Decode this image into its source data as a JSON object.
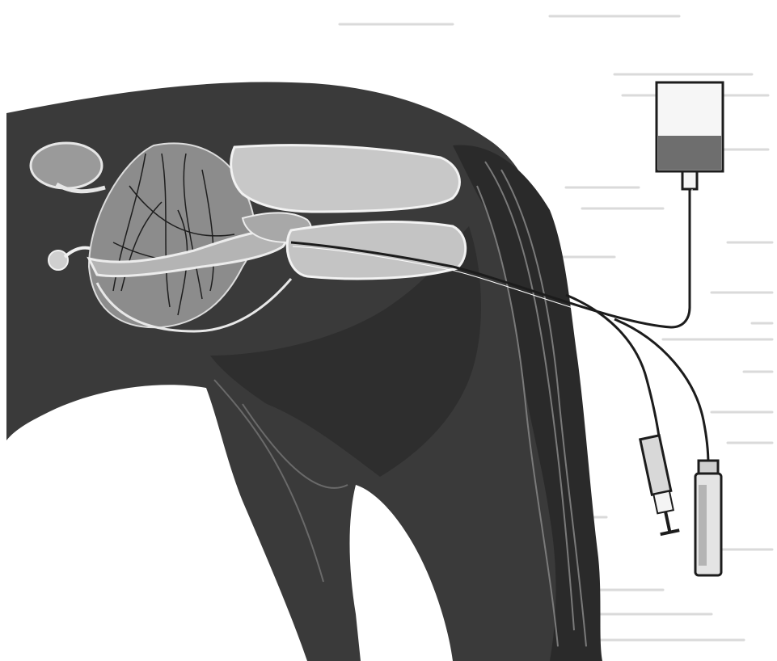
{
  "figure": {
    "subject": "sagittal-section-hindquarters-with-infusion-apparatus",
    "colors": {
      "paper": "#ffffff",
      "body": "#3a3a3a",
      "body_dark": "#2a2a2a",
      "organ_light": "#c8c8c8",
      "organ_mid": "#9a9a9a",
      "tube": "#1c1c1c",
      "bleed_text": "#d2d2d2"
    },
    "parts": {
      "body": "horse-hindquarters",
      "kidney": "kidney",
      "ovary": "ovary",
      "uterus": "uterus",
      "rectum": "rectum",
      "bladder": "bladder",
      "tail": "tail",
      "reservoir": "infusion-reservoir",
      "syringe": "syringe",
      "catheter": "catheter-tube",
      "container": "cylindrical-container"
    }
  }
}
